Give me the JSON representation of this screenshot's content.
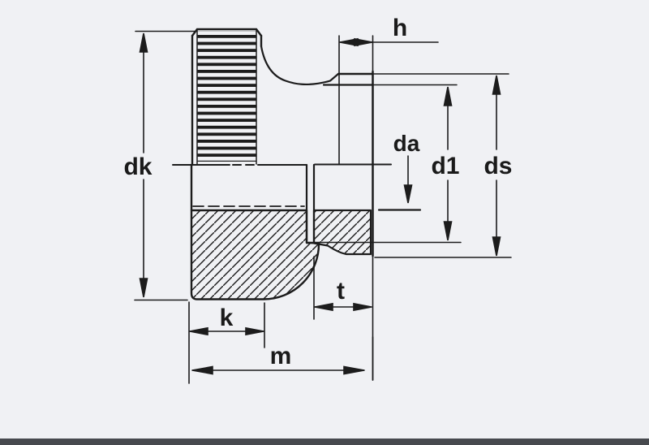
{
  "diagram": {
    "description": "Cross-section technical drawing of a knurled thumb nut with dimension callouts",
    "labels": {
      "dk": "dk",
      "h": "h",
      "da": "da",
      "d1": "d1",
      "ds": "ds",
      "t": "t",
      "k": "k",
      "m": "m"
    },
    "colors": {
      "background": "#f0f1f4",
      "line": "#1c1c1c",
      "bottom_strip": "#47494e"
    }
  }
}
